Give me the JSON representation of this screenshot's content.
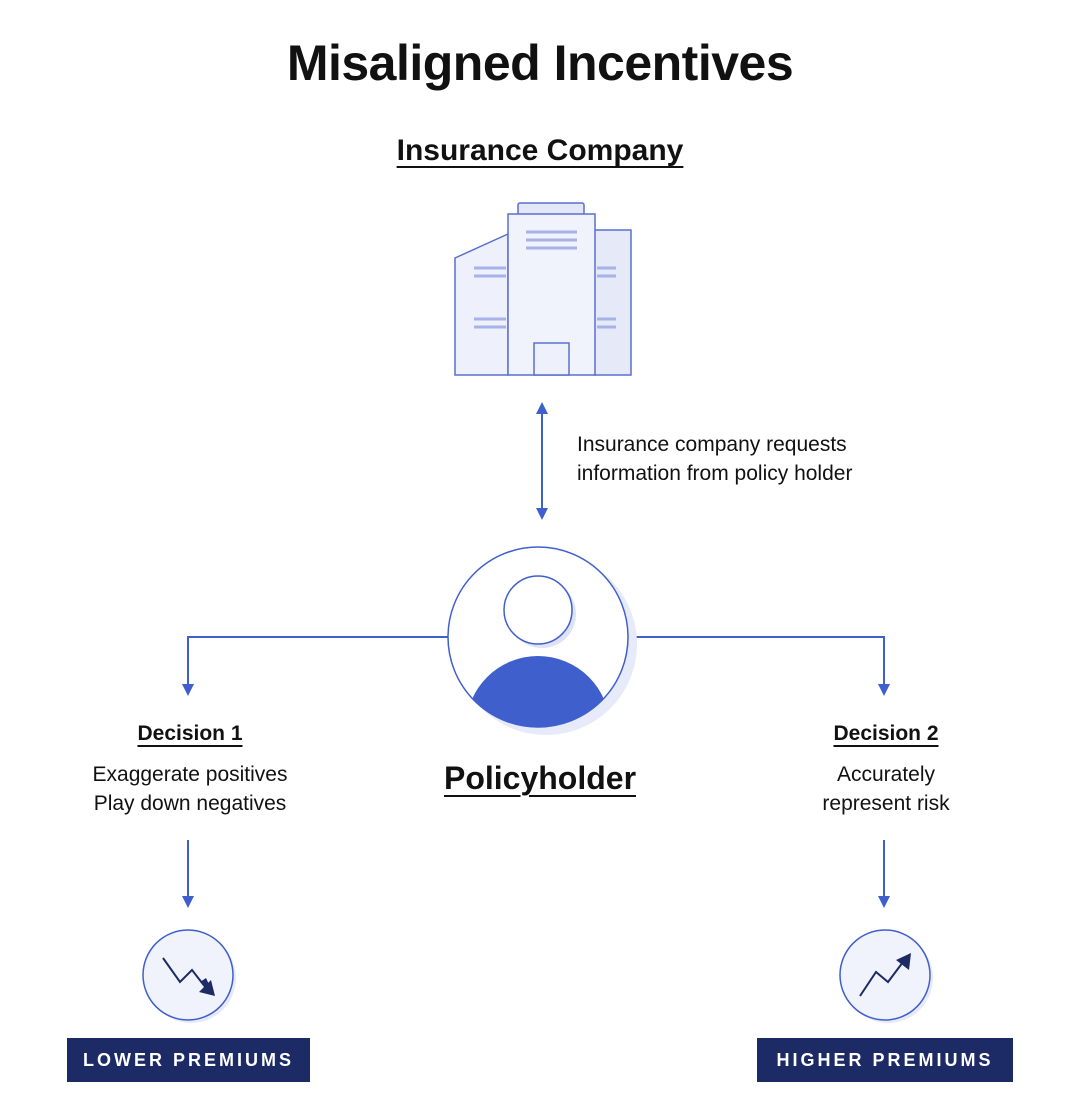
{
  "title": "Misaligned Incentives",
  "company": {
    "label": "Insurance Company",
    "icon": "office-building-icon"
  },
  "request_note": {
    "line1": "Insurance company requests",
    "line2": "information from policy holder"
  },
  "policyholder": {
    "label": "Policyholder",
    "icon": "person-avatar-icon"
  },
  "decision1": {
    "title": "Decision 1",
    "line1": "Exaggerate positives",
    "line2": "Play down negatives",
    "outcome_icon": "trend-down-icon",
    "outcome": "LOWER PREMIUMS"
  },
  "decision2": {
    "title": "Decision 2",
    "line1": "Accurately",
    "line2": "represent risk",
    "outcome_icon": "trend-up-icon",
    "outcome": "HIGHER PREMIUMS"
  },
  "colors": {
    "accent": "#3f5fcc",
    "navy": "#1c2a66",
    "building_fill": "#eef0fb",
    "building_stroke": "#5a6fd0"
  }
}
